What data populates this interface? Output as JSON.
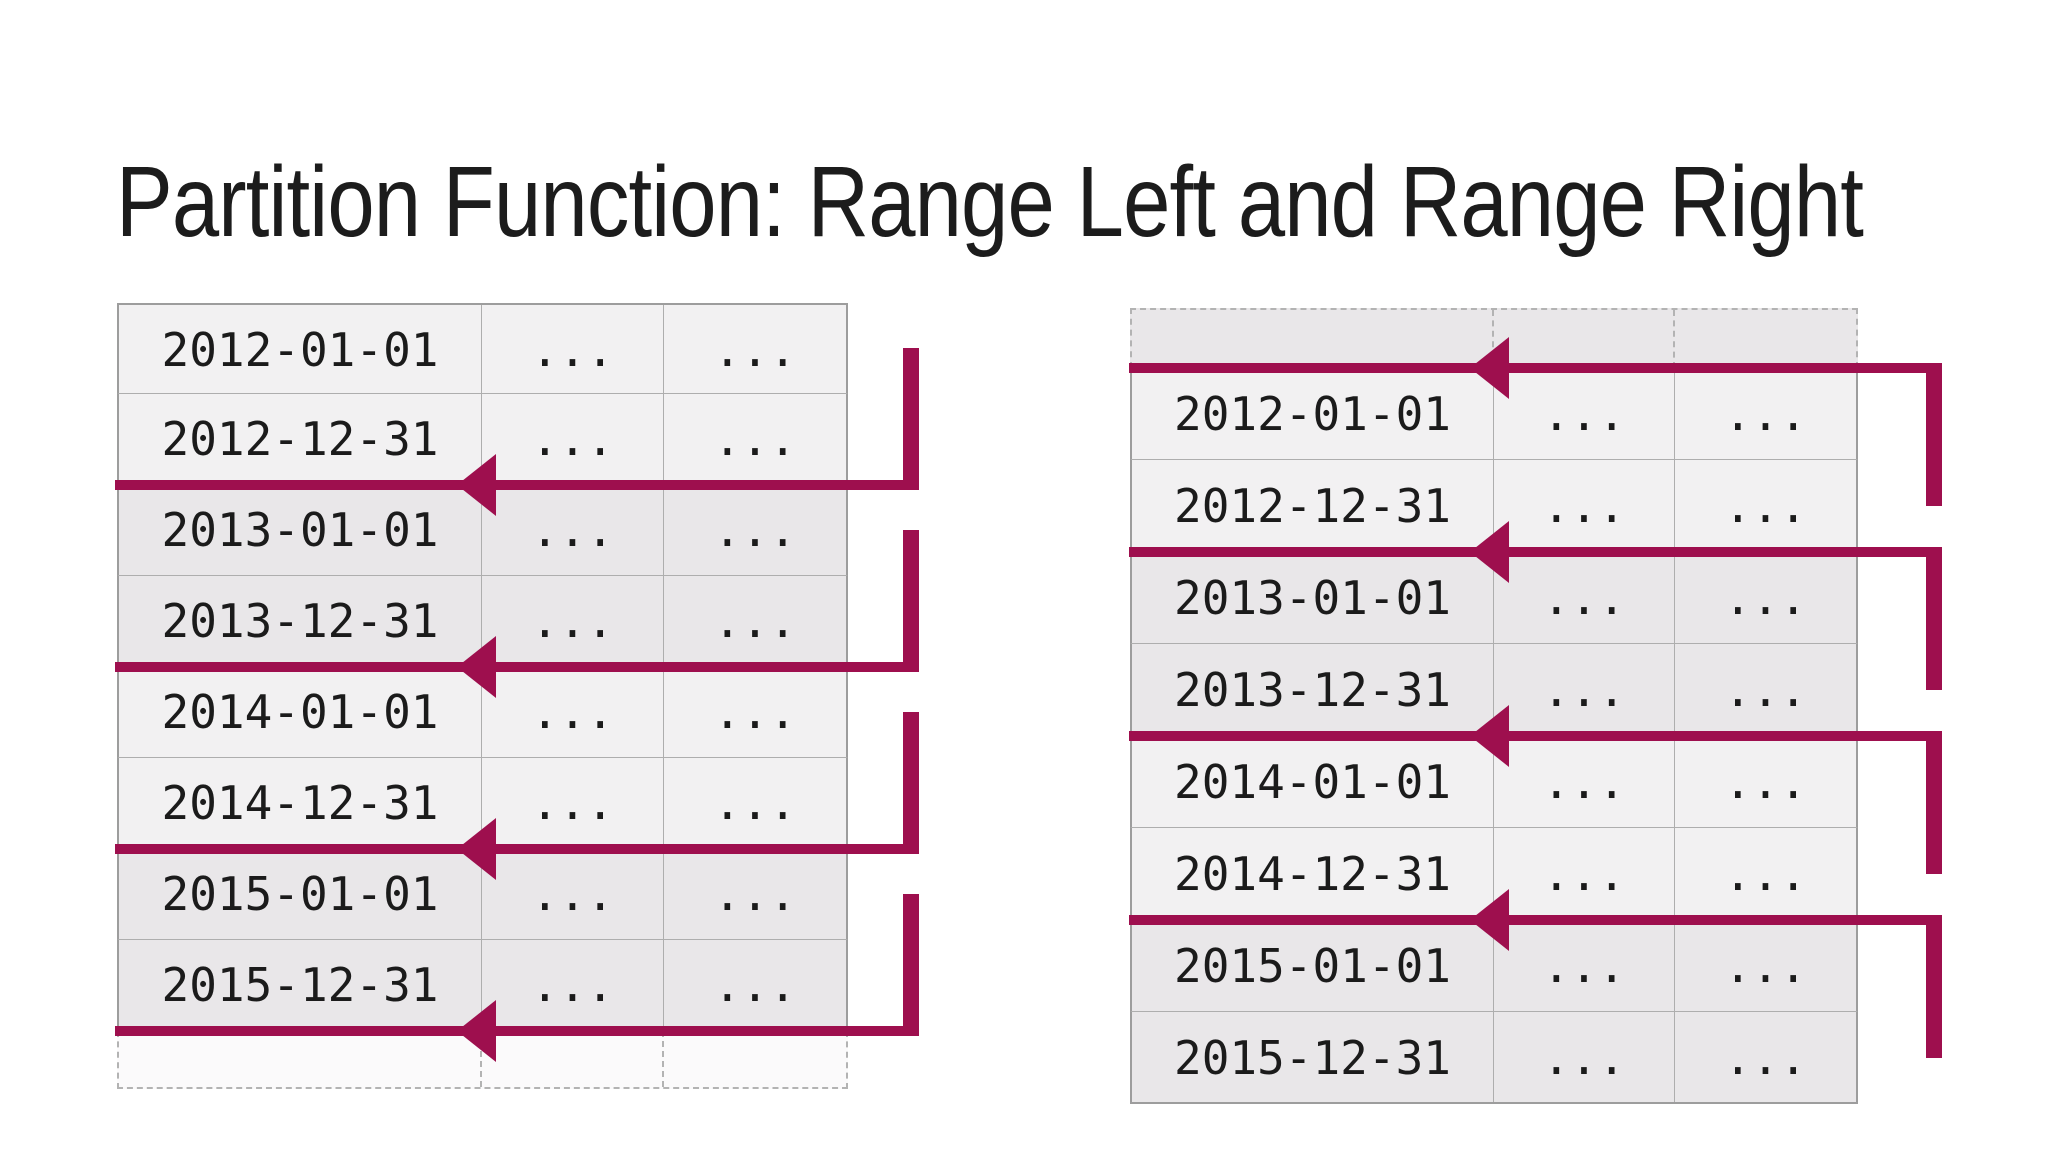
{
  "title": "Partition Function: Range Left and Range Right",
  "colors": {
    "accent": "#9e0f4e",
    "row_light": "#f2f1f2",
    "row_dark": "#e9e7e9",
    "row_empty": "#fbfafb",
    "grid_line": "#aeaeae",
    "grid_strong": "#9d9d9d",
    "dash_line": "#b3b3b3",
    "title_color": "#1c1c1c"
  },
  "left_table": {
    "rows": [
      {
        "cells": [
          "2012-01-01",
          "...",
          "..."
        ],
        "shade": "light"
      },
      {
        "cells": [
          "2012-12-31",
          "...",
          "..."
        ],
        "shade": "light"
      },
      {
        "cells": [
          "2013-01-01",
          "...",
          "..."
        ],
        "shade": "dark"
      },
      {
        "cells": [
          "2013-12-31",
          "...",
          "..."
        ],
        "shade": "dark"
      },
      {
        "cells": [
          "2014-01-01",
          "...",
          "..."
        ],
        "shade": "light"
      },
      {
        "cells": [
          "2014-12-31",
          "...",
          "..."
        ],
        "shade": "light"
      },
      {
        "cells": [
          "2015-01-01",
          "...",
          "..."
        ],
        "shade": "dark"
      },
      {
        "cells": [
          "2015-12-31",
          "...",
          "..."
        ],
        "shade": "dark"
      },
      {
        "cells": [
          "",
          "",
          ""
        ],
        "shade": "empty"
      }
    ]
  },
  "right_table": {
    "rows": [
      {
        "cells": [
          "",
          "",
          ""
        ],
        "shade": "empty-dark"
      },
      {
        "cells": [
          "2012-01-01",
          "...",
          "..."
        ],
        "shade": "light"
      },
      {
        "cells": [
          "2012-12-31",
          "...",
          "..."
        ],
        "shade": "light"
      },
      {
        "cells": [
          "2013-01-01",
          "...",
          "..."
        ],
        "shade": "dark"
      },
      {
        "cells": [
          "2013-12-31",
          "...",
          "..."
        ],
        "shade": "dark"
      },
      {
        "cells": [
          "2014-01-01",
          "...",
          "..."
        ],
        "shade": "light"
      },
      {
        "cells": [
          "2014-12-31",
          "...",
          "..."
        ],
        "shade": "light"
      },
      {
        "cells": [
          "2015-01-01",
          "...",
          "..."
        ],
        "shade": "dark"
      },
      {
        "cells": [
          "2015-12-31",
          "...",
          "..."
        ],
        "shade": "dark"
      }
    ]
  }
}
